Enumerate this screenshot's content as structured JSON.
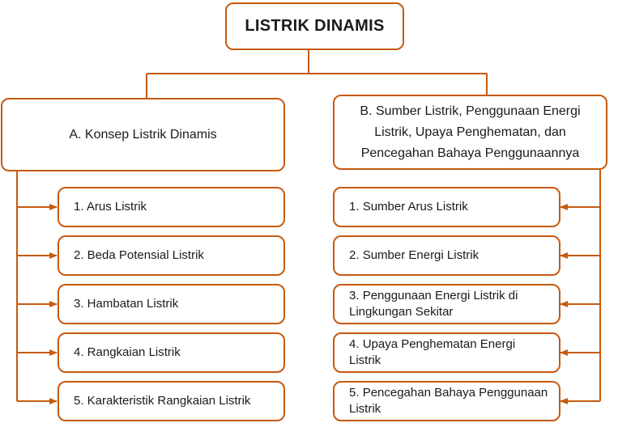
{
  "diagram": {
    "title": "LISTRIK DINAMIS",
    "accent_color": "#c65a11",
    "left_section": {
      "label": "A. Konsep Listrik Dinamis",
      "items": [
        "1. Arus Listrik",
        "2. Beda Potensial Listrik",
        "3. Hambatan Listrik",
        "4. Rangkaian Listrik",
        "5. Karakteristik Rangkaian Listrik"
      ]
    },
    "right_section": {
      "label": "B. Sumber Listrik, Penggunaan Energi Listrik, Upaya Penghematan, dan Pencegahan Bahaya Penggunaannya",
      "items": [
        {
          "number": "1. ",
          "text": "Sumber Arus Listrik"
        },
        {
          "number": "2. ",
          "text": "Sumber Energi Listrik"
        },
        {
          "number": "3. ",
          "text": "Penggunaan Energi Listrik di Lingkungan Sekitar"
        },
        {
          "number": "4. ",
          "text": "Upaya Penghematan Energi Listrik"
        },
        {
          "number": "5. ",
          "text": "Pencegahan Bahaya Penggunaan Listrik"
        }
      ]
    }
  }
}
